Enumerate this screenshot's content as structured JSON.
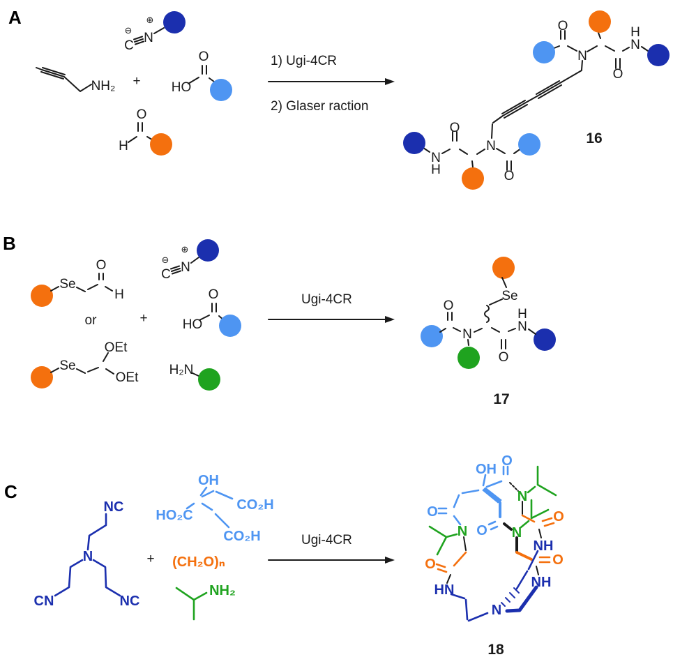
{
  "figure": {
    "type": "chemical-reaction-scheme",
    "description": "Ugi four-component reactions with color-coded components"
  },
  "colors": {
    "dark_blue": "#1b2fae",
    "light_blue": "#4e95f2",
    "orange": "#f4700e",
    "green": "#1fa31f",
    "black": "#1a1a1a"
  },
  "atoms": {
    "O": "O",
    "H": "H",
    "C": "C",
    "N": "N",
    "NH": "NH",
    "HN": "HN",
    "NH2": "NH₂",
    "H2N": "H₂N",
    "Se": "Se",
    "OEt": "OEt",
    "OH": "OH",
    "HO": "HO",
    "NC": "NC",
    "CN": "CN",
    "HO2C": "HO₂C",
    "CO2H": "CO₂H",
    "CH2On": "(CH₂O)ₙ",
    "plus": "+",
    "or": "or",
    "minus_charge": "⊖",
    "plus_charge": "⊕"
  },
  "panels": {
    "a": {
      "label": "A",
      "arrow_step1": "1) Ugi-4CR",
      "arrow_step2": "2) Glaser raction",
      "product_number": "16"
    },
    "b": {
      "label": "B",
      "arrow_label": "Ugi-4CR",
      "product_number": "17"
    },
    "c": {
      "label": "C",
      "arrow_label": "Ugi-4CR",
      "product_number": "18"
    }
  }
}
